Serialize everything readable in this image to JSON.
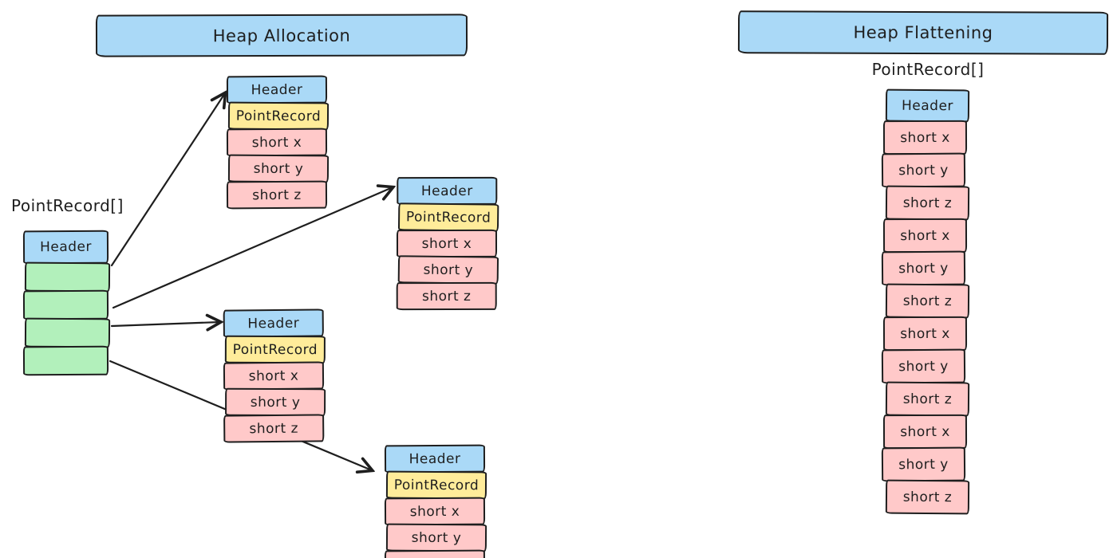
{
  "colors": {
    "blue": "#aad9f7",
    "yellow": "#ffec9a",
    "pink": "#ffc9c9",
    "green": "#b2f0bb",
    "stroke": "#1e1e1e"
  },
  "left": {
    "title": "Heap Allocation",
    "array_label": "PointRecord[]",
    "array_rows": [
      {
        "label": "Header",
        "type": "blue"
      },
      {
        "label": "",
        "type": "green"
      },
      {
        "label": "",
        "type": "green"
      },
      {
        "label": "",
        "type": "green"
      },
      {
        "label": "",
        "type": "green"
      }
    ],
    "record_rows": [
      {
        "label": "Header",
        "type": "blue"
      },
      {
        "label": "PointRecord",
        "type": "yellow"
      },
      {
        "label": "short x",
        "type": "pink"
      },
      {
        "label": "short y",
        "type": "pink"
      },
      {
        "label": "short z",
        "type": "pink"
      }
    ]
  },
  "right": {
    "title": "Heap Flattening",
    "array_label": "PointRecord[]",
    "stack_rows": [
      {
        "label": "Header",
        "type": "blue"
      },
      {
        "label": "short x",
        "type": "pink"
      },
      {
        "label": "short y",
        "type": "pink"
      },
      {
        "label": "short z",
        "type": "pink"
      },
      {
        "label": "short x",
        "type": "pink"
      },
      {
        "label": "short y",
        "type": "pink"
      },
      {
        "label": "short z",
        "type": "pink"
      },
      {
        "label": "short x",
        "type": "pink"
      },
      {
        "label": "short y",
        "type": "pink"
      },
      {
        "label": "short z",
        "type": "pink"
      },
      {
        "label": "short x",
        "type": "pink"
      },
      {
        "label": "short y",
        "type": "pink"
      },
      {
        "label": "short z",
        "type": "pink"
      }
    ]
  }
}
